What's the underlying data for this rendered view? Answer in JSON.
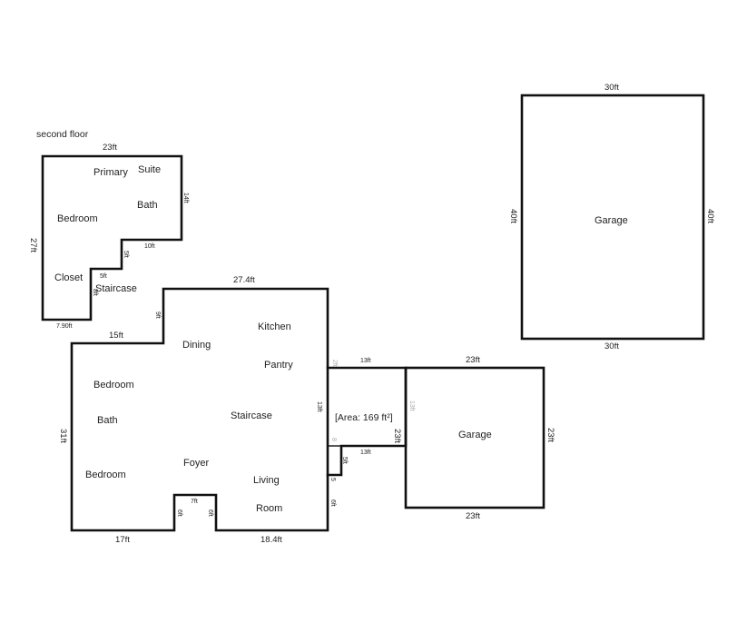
{
  "second_floor": {
    "label": "second floor",
    "rooms": {
      "primary": "Primary",
      "suite": "Suite",
      "bath": "Bath",
      "bedroom": "Bedroom",
      "closet": "Closet",
      "staircase": "Staircase"
    },
    "dims": {
      "top": "23ft",
      "left": "27ft",
      "right": "14ft",
      "step_h": "10ft",
      "step_v": "5ft",
      "closet_h": "5ft",
      "closet_v": "8ft",
      "bottom": "7.90ft"
    }
  },
  "main_floor": {
    "rooms": {
      "dining": "Dining",
      "kitchen": "Kitchen",
      "pantry": "Pantry",
      "bedroom_1": "Bedroom",
      "bath": "Bath",
      "staircase": "Staircase",
      "bedroom_2": "Bedroom",
      "foyer": "Foyer",
      "living": "Living",
      "room": "Room"
    },
    "dims": {
      "top": "27.4ft",
      "upper_left": "15ft",
      "notch_v": "9ft",
      "left": "31ft",
      "bottom_left": "17ft",
      "bottom_right": "18.4ft",
      "porch_top": "7ft",
      "porch_left": "6ft",
      "porch_right": "6ft",
      "right_lower": "6ft",
      "step_small": "5",
      "step_v": "5ft",
      "right_mid": "13ft"
    }
  },
  "connector": {
    "area_label": "[Area: 169 ft²]",
    "top": "13ft",
    "bottom": "13ft",
    "right": "23ft",
    "left_faint": "2ft",
    "right_faint": "13ft",
    "small_faint": "8"
  },
  "garage_attached": {
    "label": "Garage",
    "top": "23ft",
    "bottom": "23ft",
    "right": "23ft"
  },
  "garage_detached": {
    "label": "Garage",
    "top": "30ft",
    "bottom": "30ft",
    "left": "40ft",
    "right": "40ft"
  }
}
